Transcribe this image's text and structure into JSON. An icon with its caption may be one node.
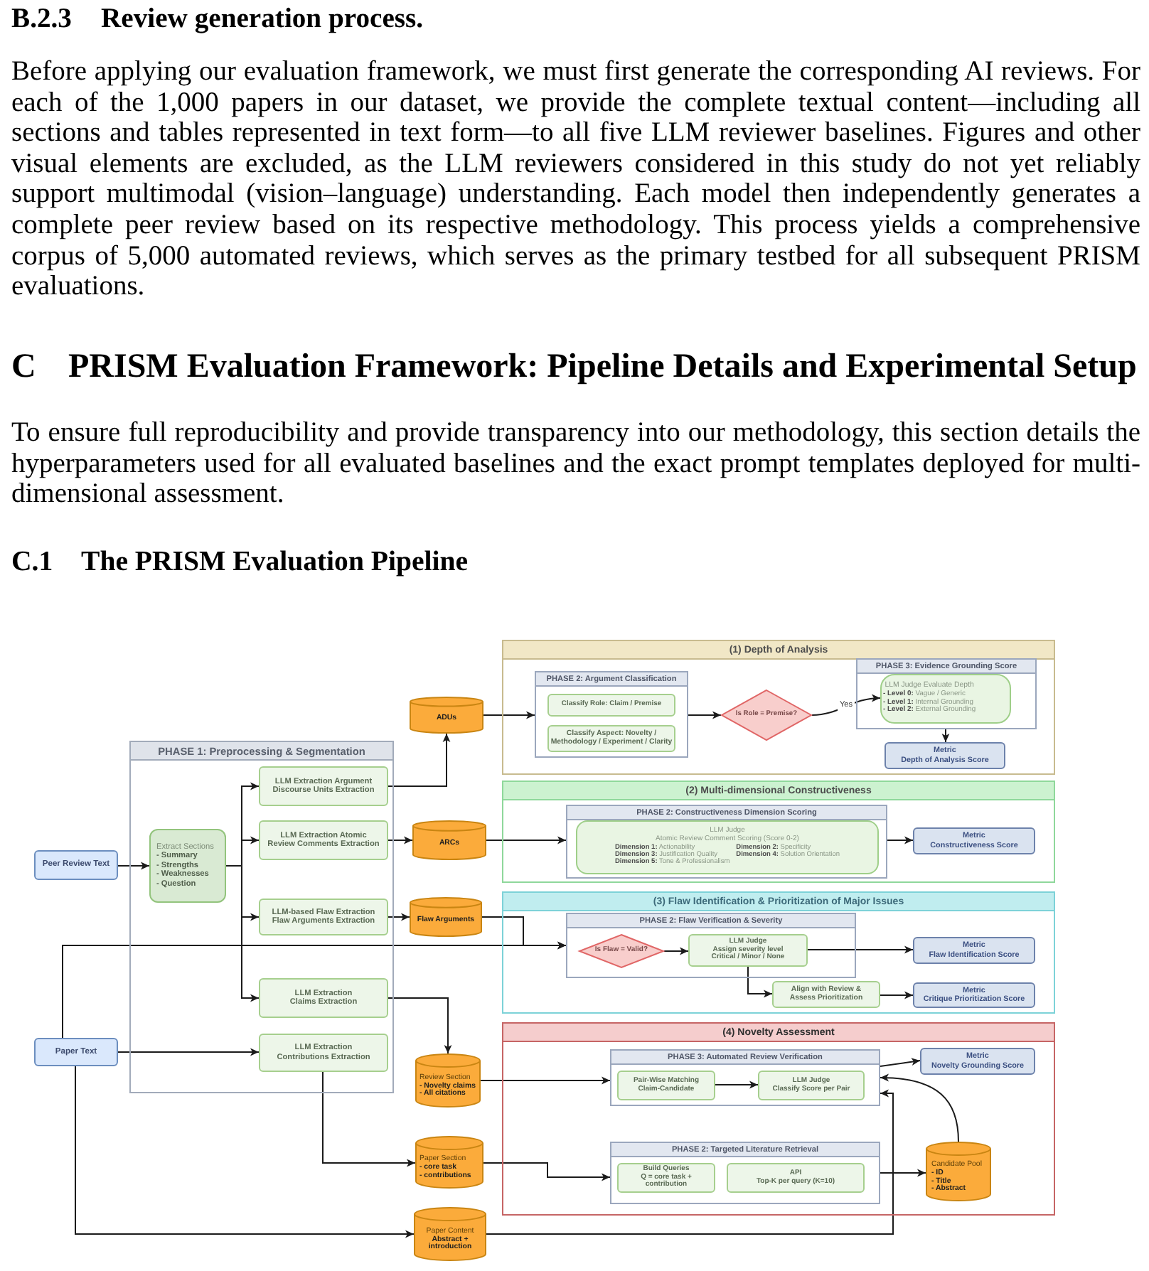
{
  "diagram": {
    "nodes": [
      {
        "text": [
          "Peer Review Text"
        ]
      },
      {
        "text": [
          "Paper Text"
        ]
      },
      {
        "text": [
          "PHASE 1: Preprocessing & Segmentation"
        ]
      },
      {
        "text": [
          "Extract Sections",
          "- Summary",
          "- Strengths",
          "- Weaknesses",
          "- Question"
        ],
        "in": 2
      },
      {
        "text": [
          "LLM Extraction Argument",
          "Discourse Units Extraction"
        ],
        "in": 2
      },
      {
        "text": [
          "LLM Extraction Atomic",
          "Review Comments Extraction"
        ],
        "in": 2
      },
      {
        "text": [
          "LLM-based Flaw Extraction",
          "Flaw Arguments Extraction"
        ],
        "in": 2
      },
      {
        "text": [
          "LLM Extraction",
          "Claims Extraction"
        ],
        "in": 2
      },
      {
        "text": [
          "LLM Extraction",
          "Contributions Extraction"
        ],
        "in": 2
      },
      {
        "text": [
          "ADUs"
        ]
      },
      {
        "text": [
          "ARCs"
        ]
      },
      {
        "text": [
          "Flaw Arguments"
        ]
      },
      {
        "text": [
          "Review Section",
          "- Novelty claims",
          "- All citations"
        ]
      },
      {
        "text": [
          "Paper Section",
          "- core task",
          "- contributions"
        ]
      },
      {
        "text": [
          "Paper Content",
          "Abstract + introduction"
        ]
      },
      {
        "text": [
          "(1) Depth of Analysis"
        ]
      },
      {
        "text": [
          "PHASE 2: Argument Classification"
        ],
        "in": 15
      },
      {
        "text": [
          "Classify Role: Claim / Premise"
        ],
        "in": 16
      },
      {
        "text": [
          "Classify Aspect: Novelty / Methodology / Experiment / Clarity"
        ],
        "in": 16
      },
      {
        "text": [
          "Is Role = Premise?"
        ],
        "in": 15
      },
      {
        "text": [
          "PHASE 3: Evidence Grounding Score"
        ],
        "in": 15
      },
      {
        "text": [
          "LLM Judge Evaluate Depth",
          "**- Level 0:** Vague / Generic",
          "**- Level 1:** Internal Grounding",
          "**- Level 2:** External Grounding"
        ],
        "in": 20
      },
      {
        "text": [
          "Metric",
          "Depth of Analysis Score"
        ],
        "in": 15
      },
      {
        "text": [
          "(2) Multi-dimensional Constructiveness"
        ]
      },
      {
        "text": [
          "PHASE 2: Constructiveness Dimension Scoring"
        ],
        "in": 23
      },
      {
        "text": [
          "LLM Judge",
          "Atomic Review Comment Scoring (Score 0-2)",
          "**Dimension 1:** Actionability",
          "**Dimension 2:** Specificity",
          "**Dimension 3:** Justification Quality",
          "**Dimension 4:** Solution Orientation",
          "**Dimension 5:** Tone & Professionalism"
        ],
        "in": 24
      },
      {
        "text": [
          "Metric",
          "Constructiveness Score"
        ],
        "in": 23
      },
      {
        "text": [
          "(3) Flaw Identification & Prioritization of Major Issues"
        ]
      },
      {
        "text": [
          "PHASE 2: Flaw Verification & Severity"
        ],
        "in": 27
      },
      {
        "text": [
          "Is Flaw = Valid?"
        ],
        "in": 28
      },
      {
        "text": [
          "LLM Judge",
          "Assign severity level",
          "Critical / Minor / None"
        ],
        "in": 28
      },
      {
        "text": [
          "Align with Review & Assess Prioritization"
        ],
        "in": 27
      },
      {
        "text": [
          "Metric",
          "Flaw Identification Score"
        ],
        "in": 27
      },
      {
        "text": [
          "Metric",
          "Critique Prioritization Score"
        ],
        "in": 27
      },
      {
        "text": [
          "(4) Novelty Assessment"
        ]
      },
      {
        "text": [
          "PHASE 3: Automated Review Verification"
        ],
        "in": 34
      },
      {
        "text": [
          "Pair-Wise Matching",
          "Claim-Candidate"
        ],
        "in": 35
      },
      {
        "text": [
          "LLM Judge",
          "Classify Score per Pair"
        ],
        "in": 35
      },
      {
        "text": [
          "Metric",
          "Novelty Grounding Score"
        ],
        "in": 34
      },
      {
        "text": [
          "PHASE 2: Targeted Literature Retrieval"
        ],
        "in": 34
      },
      {
        "text": [
          "Build Queries",
          "Q = core task + contribution"
        ],
        "in": 39
      },
      {
        "text": [
          "API",
          "Top-K per query (K=10)"
        ],
        "in": 39
      },
      {
        "text": [
          "Candidate Pool",
          "- ID",
          "- Title",
          "- Abstract"
        ],
        "in": 34
      }
    ],
    "edges": [
      {
        "from": 0,
        "to": 3,
        "arrow": "to"
      },
      {
        "from": 3,
        "to": 4,
        "arrow": "to"
      },
      {
        "from": 3,
        "to": 5,
        "arrow": "to"
      },
      {
        "from": 3,
        "to": 6,
        "arrow": "to"
      },
      {
        "from": 3,
        "to": 7,
        "arrow": "to"
      },
      {
        "from": 1,
        "to": 8,
        "arrow": "to"
      },
      {
        "from": 4,
        "to": 9,
        "arrow": "to"
      },
      {
        "from": 5,
        "to": 10,
        "arrow": "to"
      },
      {
        "from": 6,
        "to": 11,
        "arrow": "to"
      },
      {
        "from": 7,
        "to": 12,
        "arrow": "to"
      },
      {
        "from": 8,
        "to": 13,
        "arrow": "to"
      },
      {
        "from": 1,
        "to": 14,
        "arrow": "to"
      },
      {
        "from": 1,
        "to": 28,
        "arrow": "to"
      },
      {
        "from": 11,
        "to": 28,
        "arrow": "to"
      },
      {
        "from": 9,
        "to": 16,
        "arrow": "to"
      },
      {
        "from": 16,
        "to": 19,
        "arrow": "to"
      },
      {
        "from": 19,
        "to": 21,
        "arrow": "to",
        "label": "Yes"
      },
      {
        "from": 20,
        "to": 22,
        "arrow": "to"
      },
      {
        "from": 10,
        "to": 24,
        "arrow": "to"
      },
      {
        "from": 24,
        "to": 26,
        "arrow": "to"
      },
      {
        "from": 29,
        "to": 30,
        "arrow": "to"
      },
      {
        "from": 30,
        "to": 32,
        "arrow": "to"
      },
      {
        "from": 30,
        "to": 31,
        "arrow": "to"
      },
      {
        "from": 31,
        "to": 33,
        "arrow": "to"
      },
      {
        "from": 12,
        "to": 35,
        "arrow": "to"
      },
      {
        "from": 36,
        "to": 37,
        "arrow": "to"
      },
      {
        "from": 35,
        "to": 38,
        "arrow": "to"
      },
      {
        "from": 42,
        "to": 35,
        "arrow": "to"
      },
      {
        "from": 13,
        "to": 39,
        "arrow": "to"
      },
      {
        "from": 39,
        "to": 42,
        "arrow": "to"
      },
      {
        "from": 14,
        "to": 35,
        "arrow": "to"
      }
    ],
    "labels": [
      "B.2.3",
      "Review generation process.",
      "Before applying our evaluation framework, we must first generate the corresponding AI reviews. For each of the 1,000 papers in our dataset, we provide the complete textual content—including all sections and tables represented in text form—to all five LLM reviewer baselines. Figures and other visual elements are excluded, as the LLM reviewers considered in this study do not yet reliably support multimodal (vision–language) understanding. Each model then independently generates a complete peer review based on its respective methodology. This process yields a comprehensive corpus of 5,000 automated reviews, which serves as the primary testbed for all subsequent PRISM evaluations.",
      "C",
      "PRISM Evaluation Framework: Pipeline Details and Experimental Setup",
      "To ensure full reproducibility and provide transparency into our methodology, this section details the hyperparameters used for all evaluated baselines and the exact prompt templates deployed for multi-dimensional assessment.",
      "C.1",
      "The PRISM Evaluation Pipeline"
    ]
  }
}
